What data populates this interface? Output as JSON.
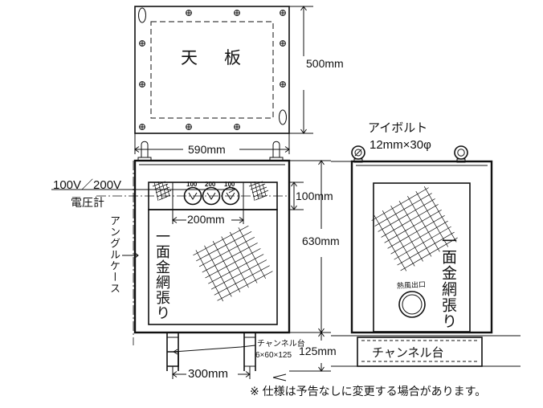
{
  "drawing": {
    "title_topview": "天　板",
    "labels": {
      "eyebolt_title": "アイボルト",
      "eyebolt_spec": "12mm×30φ",
      "voltage": "100V／200V",
      "voltmeter": "電圧計",
      "angle_case": "アングルケース",
      "mesh_front": "一面金網張り",
      "mesh_side": "一面金網張り",
      "channel_base_left": "チャンネル台",
      "channel_base_spec": "6×60×125",
      "channel_base_right": "チャンネル台",
      "hot_air_outlet": "熱風出口"
    },
    "dimensions": {
      "top_height": "500mm",
      "top_width": "590mm",
      "panel_height": "100mm",
      "body_height": "630mm",
      "meter_width": "200mm",
      "leg_span": "300mm",
      "base_height": "125mm"
    },
    "meters": [
      {
        "scale": "100",
        "symbol": "V"
      },
      {
        "scale": "200",
        "symbol": "V"
      },
      {
        "scale": "100",
        "symbol": "V"
      }
    ],
    "footnote": "※ 仕様は予告なしに変更する場合があります。",
    "colors": {
      "line": "#111111",
      "paper": "#ffffff"
    }
  }
}
